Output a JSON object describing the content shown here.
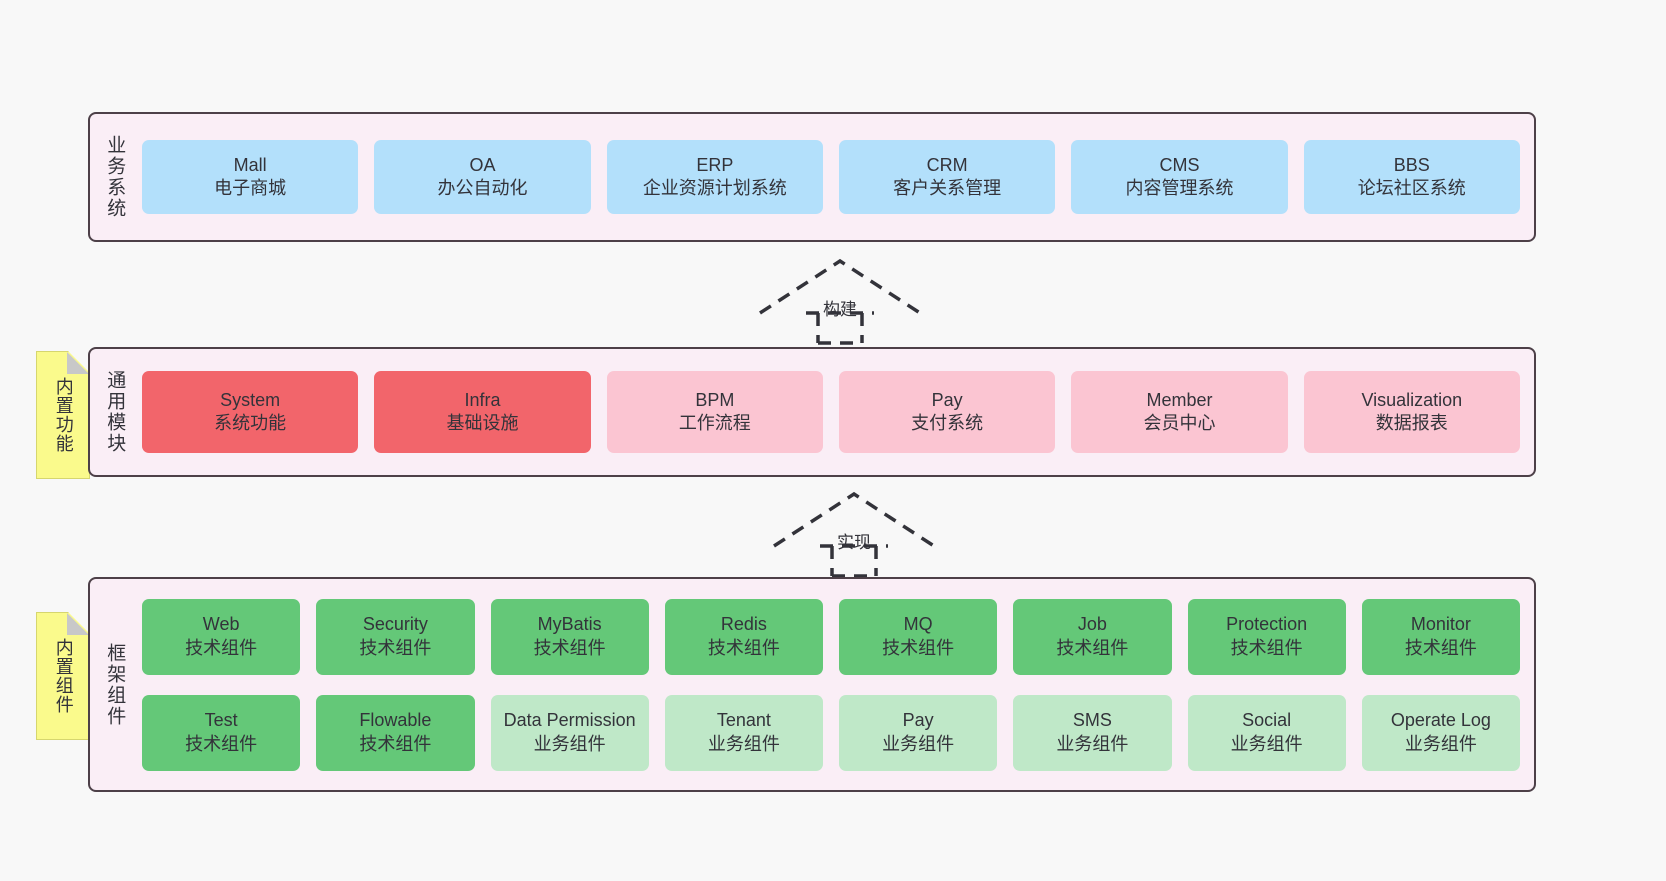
{
  "layers": [
    {
      "id": "business",
      "title": "业务系统",
      "rows": [
        {
          "style": "blue",
          "nodes": [
            {
              "title": "Mall",
              "sub": "电子商城"
            },
            {
              "title": "OA",
              "sub": "办公自动化"
            },
            {
              "title": "ERP",
              "sub": "企业资源计划系统"
            },
            {
              "title": "CRM",
              "sub": "客户关系管理"
            },
            {
              "title": "CMS",
              "sub": "内容管理系统"
            },
            {
              "title": "BBS",
              "sub": "论坛社区系统"
            }
          ]
        }
      ]
    },
    {
      "id": "common",
      "title": "通用模块",
      "rows": [
        {
          "style": "mixed",
          "nodes": [
            {
              "title": "System",
              "sub": "系统功能",
              "style": "red"
            },
            {
              "title": "Infra",
              "sub": "基础设施",
              "style": "red"
            },
            {
              "title": "BPM",
              "sub": "工作流程",
              "style": "pink"
            },
            {
              "title": "Pay",
              "sub": "支付系统",
              "style": "pink"
            },
            {
              "title": "Member",
              "sub": "会员中心",
              "style": "pink"
            },
            {
              "title": "Visualization",
              "sub": "数据报表",
              "style": "pink"
            }
          ]
        }
      ]
    },
    {
      "id": "frame",
      "title": "框架组件",
      "rows": [
        {
          "style": "mixed",
          "nodes": [
            {
              "title": "Web",
              "sub": "技术组件",
              "style": "green"
            },
            {
              "title": "Security",
              "sub": "技术组件",
              "style": "green"
            },
            {
              "title": "MyBatis",
              "sub": "技术组件",
              "style": "green"
            },
            {
              "title": "Redis",
              "sub": "技术组件",
              "style": "green"
            },
            {
              "title": "MQ",
              "sub": "技术组件",
              "style": "green"
            },
            {
              "title": "Job",
              "sub": "技术组件",
              "style": "green"
            },
            {
              "title": "Protection",
              "sub": "技术组件",
              "style": "green"
            },
            {
              "title": "Monitor",
              "sub": "技术组件",
              "style": "green"
            }
          ]
        },
        {
          "style": "mixed",
          "nodes": [
            {
              "title": "Test",
              "sub": "技术组件",
              "style": "green"
            },
            {
              "title": "Flowable",
              "sub": "技术组件",
              "style": "green"
            },
            {
              "title": "Data Permission",
              "sub": "业务组件",
              "style": "lightgreen",
              "wrap": true
            },
            {
              "title": "Tenant",
              "sub": "业务组件",
              "style": "lightgreen"
            },
            {
              "title": "Pay",
              "sub": "业务组件",
              "style": "lightgreen"
            },
            {
              "title": "SMS",
              "sub": "业务组件",
              "style": "lightgreen"
            },
            {
              "title": "Social",
              "sub": "业务组件",
              "style": "lightgreen"
            },
            {
              "title": "Operate Log",
              "sub": "业务组件",
              "style": "lightgreen"
            }
          ]
        }
      ]
    }
  ],
  "notes": [
    {
      "id": "features",
      "label": "内置功能"
    },
    {
      "id": "components",
      "label": "内置组件"
    }
  ],
  "arrows": [
    {
      "id": "build",
      "label": "构建"
    },
    {
      "id": "implement",
      "label": "实现"
    }
  ],
  "colors": {
    "canvas": "#f8f8f8",
    "panel_fill": "#faeef6",
    "panel_stroke": "#4d4048",
    "business_node": "#b3e0fb",
    "core_module": "#f2656b",
    "optional_module": "#fbc5d2",
    "tech_component": "#64c878",
    "business_component": "#bfe8c8",
    "note_fill": "#fafa8c",
    "note_fold": "#c8c8c8",
    "text": "#33333a"
  }
}
